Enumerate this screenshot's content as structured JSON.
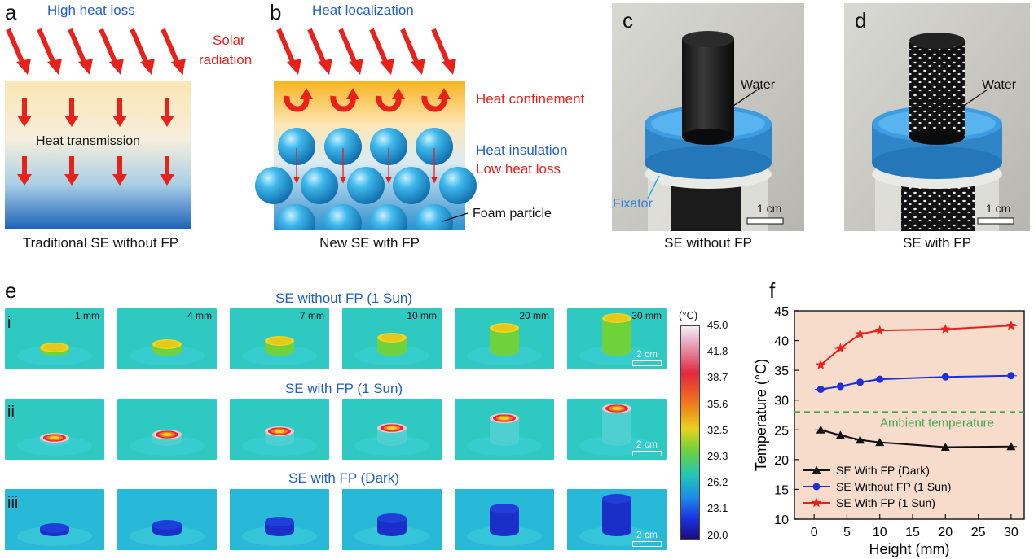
{
  "panels": {
    "a": {
      "label": "a",
      "title": "High heat loss",
      "solar": "Solar",
      "radiation": "radiation",
      "body": "Heat transmission",
      "caption": "Traditional SE without FP"
    },
    "b": {
      "label": "b",
      "title": "Heat localization",
      "confinement": "Heat confinement",
      "insulation": "Heat insulation",
      "lowloss": "Low heat loss",
      "foam": "Foam particle",
      "caption": "New SE with FP"
    },
    "c": {
      "label": "c",
      "water": "Water",
      "fixator": "Fixator",
      "scale": "1 cm",
      "caption": "SE without FP"
    },
    "d": {
      "label": "d",
      "water": "Water",
      "scale": "1 cm",
      "caption": "SE with FP"
    },
    "e": {
      "label": "e",
      "rows": [
        {
          "roman": "i",
          "title": "SE without FP (1 Sun)"
        },
        {
          "roman": "ii",
          "title": "SE with FP (1 Sun)"
        },
        {
          "roman": "iii",
          "title": "SE with FP (Dark)"
        }
      ],
      "heights": [
        "1 mm",
        "4 mm",
        "7 mm",
        "10 mm",
        "20 mm",
        "30 mm"
      ],
      "scale": "2 cm",
      "colorbar": {
        "unit": "(°C)",
        "ticks": [
          "45.0",
          "41.8",
          "38.7",
          "35.6",
          "32.5",
          "29.3",
          "26.2",
          "23.1",
          "20.0"
        ]
      }
    },
    "f": {
      "label": "f"
    }
  },
  "colors": {
    "red": "#e8211b",
    "blue": "#1f5fc9",
    "sphere": "#2aa7e0",
    "chart_bg": "#f7dccb",
    "ambient": "#3aa64a"
  },
  "chart_data": {
    "type": "line",
    "xlabel": "Height (mm)",
    "ylabel": "Temperature (°C)",
    "xlim": [
      -3,
      32
    ],
    "ylim": [
      10,
      45
    ],
    "xticks": [
      0,
      5,
      10,
      15,
      20,
      25,
      30
    ],
    "yticks": [
      10,
      15,
      20,
      25,
      30,
      35,
      40,
      45
    ],
    "grid": false,
    "legend_position": "bottom-left",
    "annotation": {
      "text": "Ambient temperature",
      "y": 28
    },
    "x": [
      1,
      4,
      7,
      10,
      20,
      30
    ],
    "series": [
      {
        "name": "SE With FP (Dark)",
        "color": "#111111",
        "marker": "triangle",
        "values": [
          25.0,
          24.1,
          23.3,
          22.9,
          22.1,
          22.2
        ]
      },
      {
        "name": "SE Without FP (1 Sun)",
        "color": "#1f2fd6",
        "marker": "circle",
        "values": [
          31.8,
          32.3,
          33.0,
          33.5,
          33.9,
          34.1
        ]
      },
      {
        "name": "SE With FP (1 Sun)",
        "color": "#e8211b",
        "marker": "star",
        "values": [
          35.9,
          38.7,
          41.1,
          41.7,
          41.9,
          42.5
        ]
      }
    ]
  }
}
